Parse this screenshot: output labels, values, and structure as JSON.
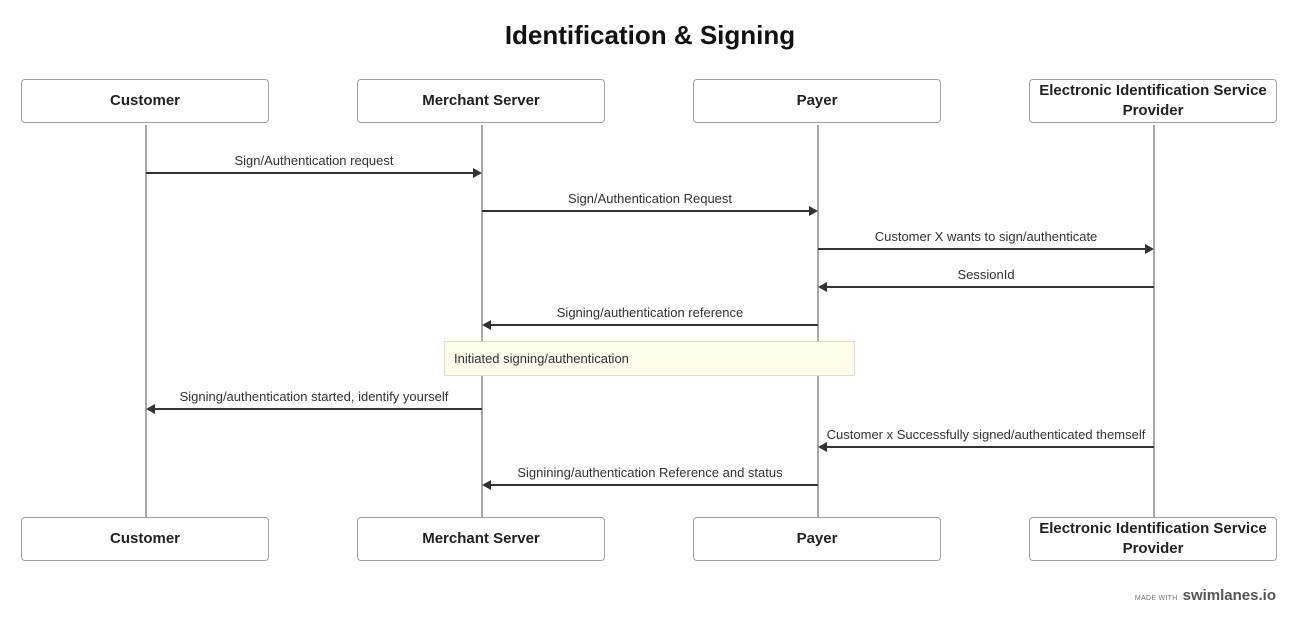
{
  "title": "Identification & Signing",
  "actors": [
    {
      "id": "customer",
      "name": "Customer"
    },
    {
      "id": "merchant",
      "name": "Merchant Server"
    },
    {
      "id": "payer",
      "name": "Payer"
    },
    {
      "id": "eid",
      "name": "Electronic Identification Service Provider"
    }
  ],
  "messages": [
    {
      "from": "customer",
      "to": "merchant",
      "label": "Sign/Authentication request"
    },
    {
      "from": "merchant",
      "to": "payer",
      "label": "Sign/Authentication Request"
    },
    {
      "from": "payer",
      "to": "eid",
      "label": "Customer X wants to sign/authenticate"
    },
    {
      "from": "eid",
      "to": "payer",
      "label": "SessionId"
    },
    {
      "from": "payer",
      "to": "merchant",
      "label": "Signing/authentication reference"
    },
    {
      "from": "merchant",
      "to": "customer",
      "label": "Signing/authentication started, identify yourself"
    },
    {
      "from": "eid",
      "to": "payer",
      "label": "Customer x Successfully signed/authenticated themself"
    },
    {
      "from": "payer",
      "to": "merchant",
      "label": "Signining/authentication Reference and status"
    }
  ],
  "note": {
    "text": "Initiated signing/authentication"
  },
  "branding": {
    "made_with": "MADE WITH",
    "name": "swimlanes.io"
  },
  "colors": {
    "arrow": "#333333",
    "lifeline": "#a8a8a8",
    "note_bg": "#fdfbe9"
  }
}
